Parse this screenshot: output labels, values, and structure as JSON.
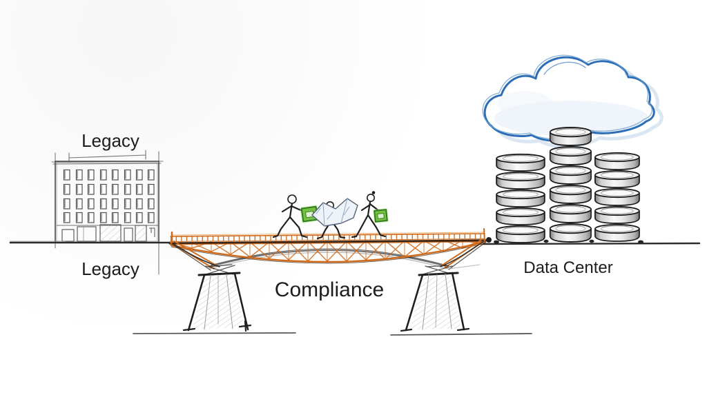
{
  "scene": {
    "description": "Hand-drawn sketch diagram: a legacy building connected to a cloud data center by an orange truss bridge labeled Compliance, with three people carrying items across",
    "labels": {
      "legacy_top": "Legacy",
      "legacy_bottom": "Legacy",
      "compliance": "Compliance",
      "data_center": "Data Center"
    },
    "colors": {
      "background": "#ffffff",
      "ink": "#1f1f1f",
      "sketch_gray": "#4f4f4f",
      "sketch_light": "#9a9a9a",
      "bridge_orange": "#cf6a1a",
      "bridge_orange_light": "#e8a25f",
      "bridge_dark": "#3a2414",
      "cloud_blue": "#2d6db5",
      "cloud_blue_light": "#6ea3d6",
      "cloud_shadow": "#bcd4ea",
      "cargo_green": "#76c043",
      "cargo_green_dark": "#2f7d1e",
      "paper_fill": "#eef3f9",
      "paper_line": "#8fa6c4",
      "silver_light": "#f7f7f7",
      "silver_dark": "#7d7d7d",
      "text": "#1c1c1c"
    },
    "figures": {
      "count": 3,
      "items": [
        "person-with-briefcase",
        "person-carrying-blueprint",
        "person-with-bag"
      ]
    },
    "data_stacks": {
      "left_disks": 5,
      "middle_disks": 6,
      "right_disks": 5
    }
  }
}
